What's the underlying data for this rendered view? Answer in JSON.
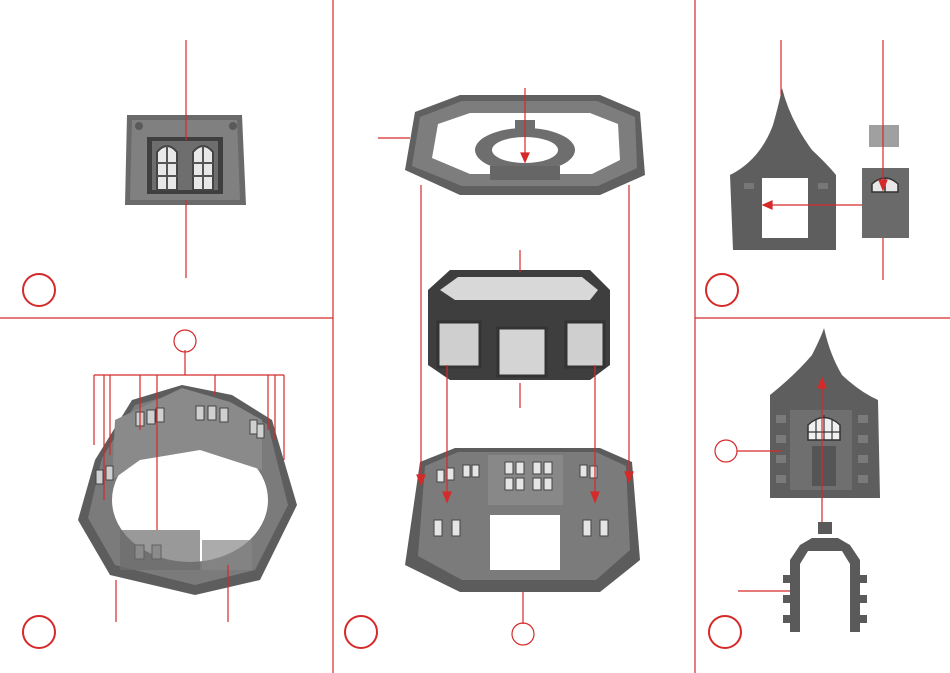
{
  "title": "",
  "colors": {
    "accent": "#d42a2a",
    "part_dark": "#5b5b5b",
    "part_mid": "#7a7a7a",
    "part_light": "#a8a8a8",
    "window_glass": "#cfcfcf",
    "background": "#ffffff"
  },
  "steps": [
    {
      "id": "step-a",
      "label": ""
    },
    {
      "id": "step-b",
      "label": ""
    },
    {
      "id": "step-c",
      "label": ""
    },
    {
      "id": "step-d",
      "label": ""
    },
    {
      "id": "step-e",
      "label": ""
    }
  ],
  "callouts": [
    {
      "id": "callout-top-ring",
      "label": ""
    },
    {
      "id": "callout-base",
      "label": ""
    },
    {
      "id": "callout-front-wall",
      "label": ""
    },
    {
      "id": "callout-roof-part",
      "label": ""
    }
  ],
  "icons": [
    "panel-part-icon",
    "octagon-roof-icon",
    "octagon-frame-icon",
    "octagon-base-icon",
    "tower-wall-icon",
    "door-part-icon",
    "gable-part-icon"
  ]
}
